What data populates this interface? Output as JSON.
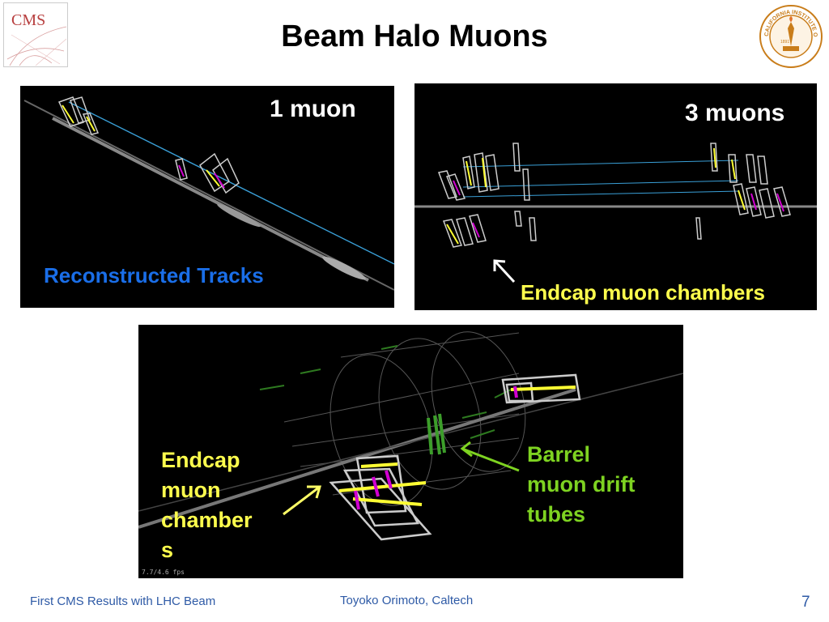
{
  "slide": {
    "title": "Beam Halo Muons",
    "page_number": "7"
  },
  "logos": {
    "cms_text": "CMS",
    "caltech_text": "CALIFORNIA INSTITUTE OF TECHNOLOGY",
    "caltech_year": "1891"
  },
  "panel_top_left": {
    "count_label": "1 muon",
    "caption": "Reconstructed Tracks"
  },
  "panel_top_right": {
    "count_label": "3 muons",
    "caption": "Endcap muon chambers"
  },
  "panel_bottom": {
    "left_caption": [
      "Endcap",
      "muon",
      "chamber",
      "s"
    ],
    "right_caption": [
      "Barrel",
      "muon drift",
      "tubes"
    ],
    "fps_readout": "7.7/4.6 fps"
  },
  "footer": {
    "left": "First CMS Results with LHC Beam",
    "center": "Toyoko Orimoto, Caltech"
  },
  "colors": {
    "track_blue": "#3aa0d8",
    "caption_blue": "#1a6ee8",
    "chamber_yellow": "#ffff33",
    "chamber_magenta": "#d100d1",
    "barrel_green": "#7ed321"
  }
}
